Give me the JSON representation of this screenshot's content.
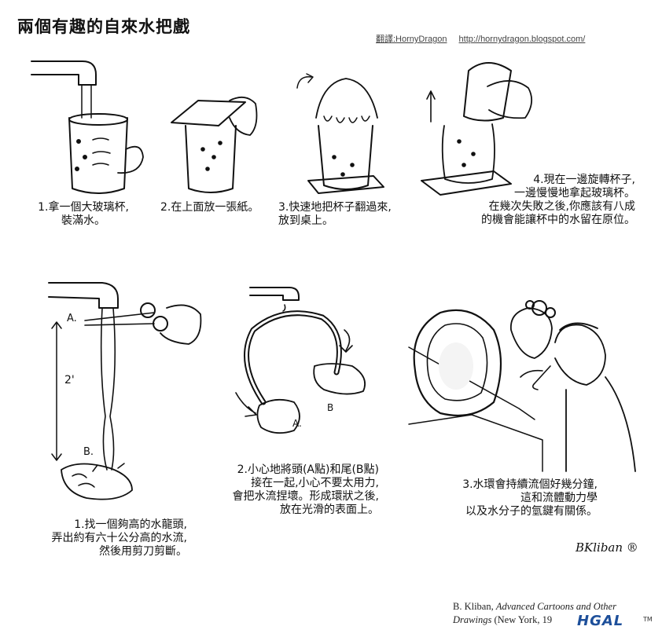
{
  "title": "兩個有趣的自來水把戲",
  "credit": {
    "translator": "翻譯:HornyDragon",
    "url": "http://hornydragon.blogspot.com/"
  },
  "panels": {
    "top": [
      {
        "line1": "1.拿一個大玻璃杯,",
        "line2": "裝滿水。"
      },
      {
        "line1": "2.在上面放一張紙。"
      },
      {
        "line1": "3.快速地把杯子翻過來,",
        "line2": "放到桌上。"
      },
      {
        "line1": "4.現在一邊旋轉杯子,",
        "line2": "一邊慢慢地拿起玻璃杯。",
        "line3": "在幾次失敗之後,你應該有八成",
        "line4": "的機會能讓杯中的水留在原位。"
      }
    ],
    "bottom": [
      {
        "line1": "1.找一個夠高的水龍頭,",
        "line2": "弄出約有六十公分高的水流,",
        "line3": "然後用剪刀剪斷。"
      },
      {
        "line1": "2.小心地將頭(A點)和尾(B點)",
        "line2": "接在一起,小心不要太用力,",
        "line3": "會把水流捏壞。形成環狀之後,",
        "line4": "放在光滑的表面上。"
      },
      {
        "line1": "3.水環會持續流個好幾分鐘,",
        "line2": "這和流體動力學",
        "line3": "以及水分子的氫鍵有關係。"
      }
    ]
  },
  "drawing_labels": {
    "point_a": "A.",
    "point_b": "B.",
    "height": "2'",
    "ring_b": "B",
    "ring_a": "A."
  },
  "signature": "BKliban",
  "source": {
    "author": "B. Kliban,",
    "book_part1": "Advanced Cartoons and Other",
    "book_part2": "Drawings",
    "pub": "(New York, 19"
  },
  "logo": "HGAL",
  "tm": "TM"
}
